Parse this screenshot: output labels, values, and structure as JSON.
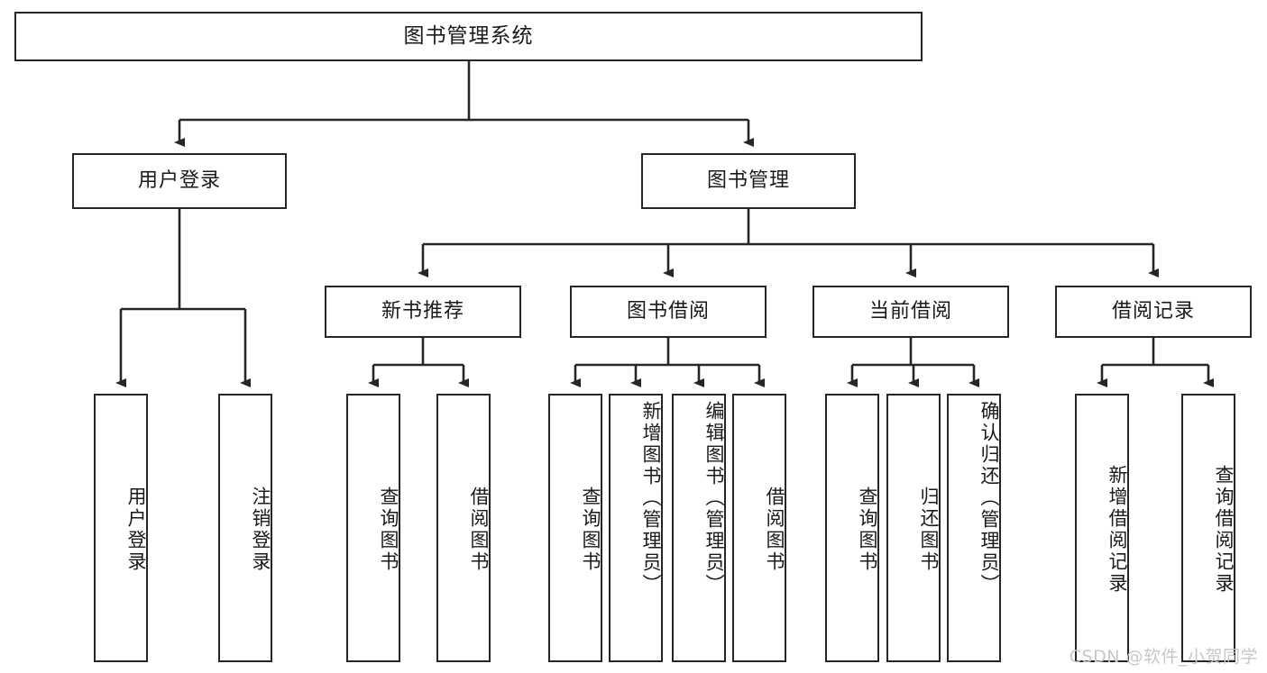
{
  "diagram": {
    "title_node": {
      "label": "图书管理系统"
    },
    "level2": [
      {
        "label": "用户登录"
      },
      {
        "label": "图书管理"
      }
    ],
    "level3": [
      {
        "label": "新书推荐"
      },
      {
        "label": "图书借阅"
      },
      {
        "label": "当前借阅"
      },
      {
        "label": "借阅记录"
      }
    ],
    "leaves": {
      "user_login": [
        {
          "label": "用户登录"
        },
        {
          "label": "注销登录"
        }
      ],
      "new_book_recommend": [
        {
          "label": "查询图书"
        },
        {
          "label": "借阅图书"
        }
      ],
      "book_borrow": [
        {
          "label": "查询图书"
        },
        {
          "label": "新增图书（管理员）"
        },
        {
          "label": "编辑图书（管理员）"
        },
        {
          "label": "借阅图书"
        }
      ],
      "current_borrow": [
        {
          "label": "查询图书"
        },
        {
          "label": "归还图书"
        },
        {
          "label": "确认归还（管理员）"
        }
      ],
      "borrow_record": [
        {
          "label": "新增借阅记录"
        },
        {
          "label": "查询借阅记录"
        }
      ]
    }
  },
  "watermark": {
    "text": "CSDN @软件_小贺同学"
  },
  "colors": {
    "stroke": "#262626",
    "text": "#1a1a1a",
    "background": "#ffffff",
    "watermark": "#c7c7c7"
  }
}
